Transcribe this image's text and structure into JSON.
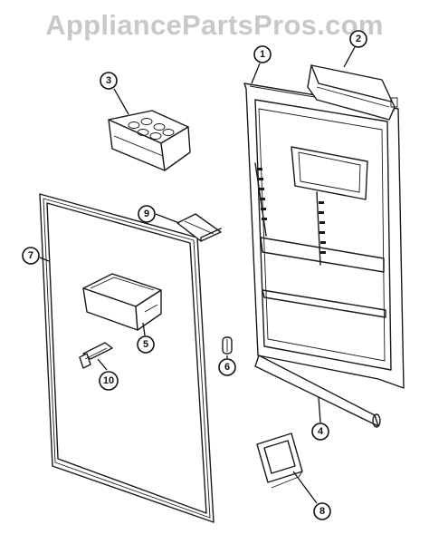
{
  "watermark": "AppliancePartsPros.com",
  "callouts": [
    {
      "id": "c1",
      "label": "1"
    },
    {
      "id": "c2",
      "label": "2"
    },
    {
      "id": "c3",
      "label": "3"
    },
    {
      "id": "c4",
      "label": "4"
    },
    {
      "id": "c5",
      "label": "5"
    },
    {
      "id": "c6",
      "label": "6"
    },
    {
      "id": "c7",
      "label": "7"
    },
    {
      "id": "c8",
      "label": "8"
    },
    {
      "id": "c9",
      "label": "9"
    },
    {
      "id": "c10",
      "label": "10"
    }
  ]
}
